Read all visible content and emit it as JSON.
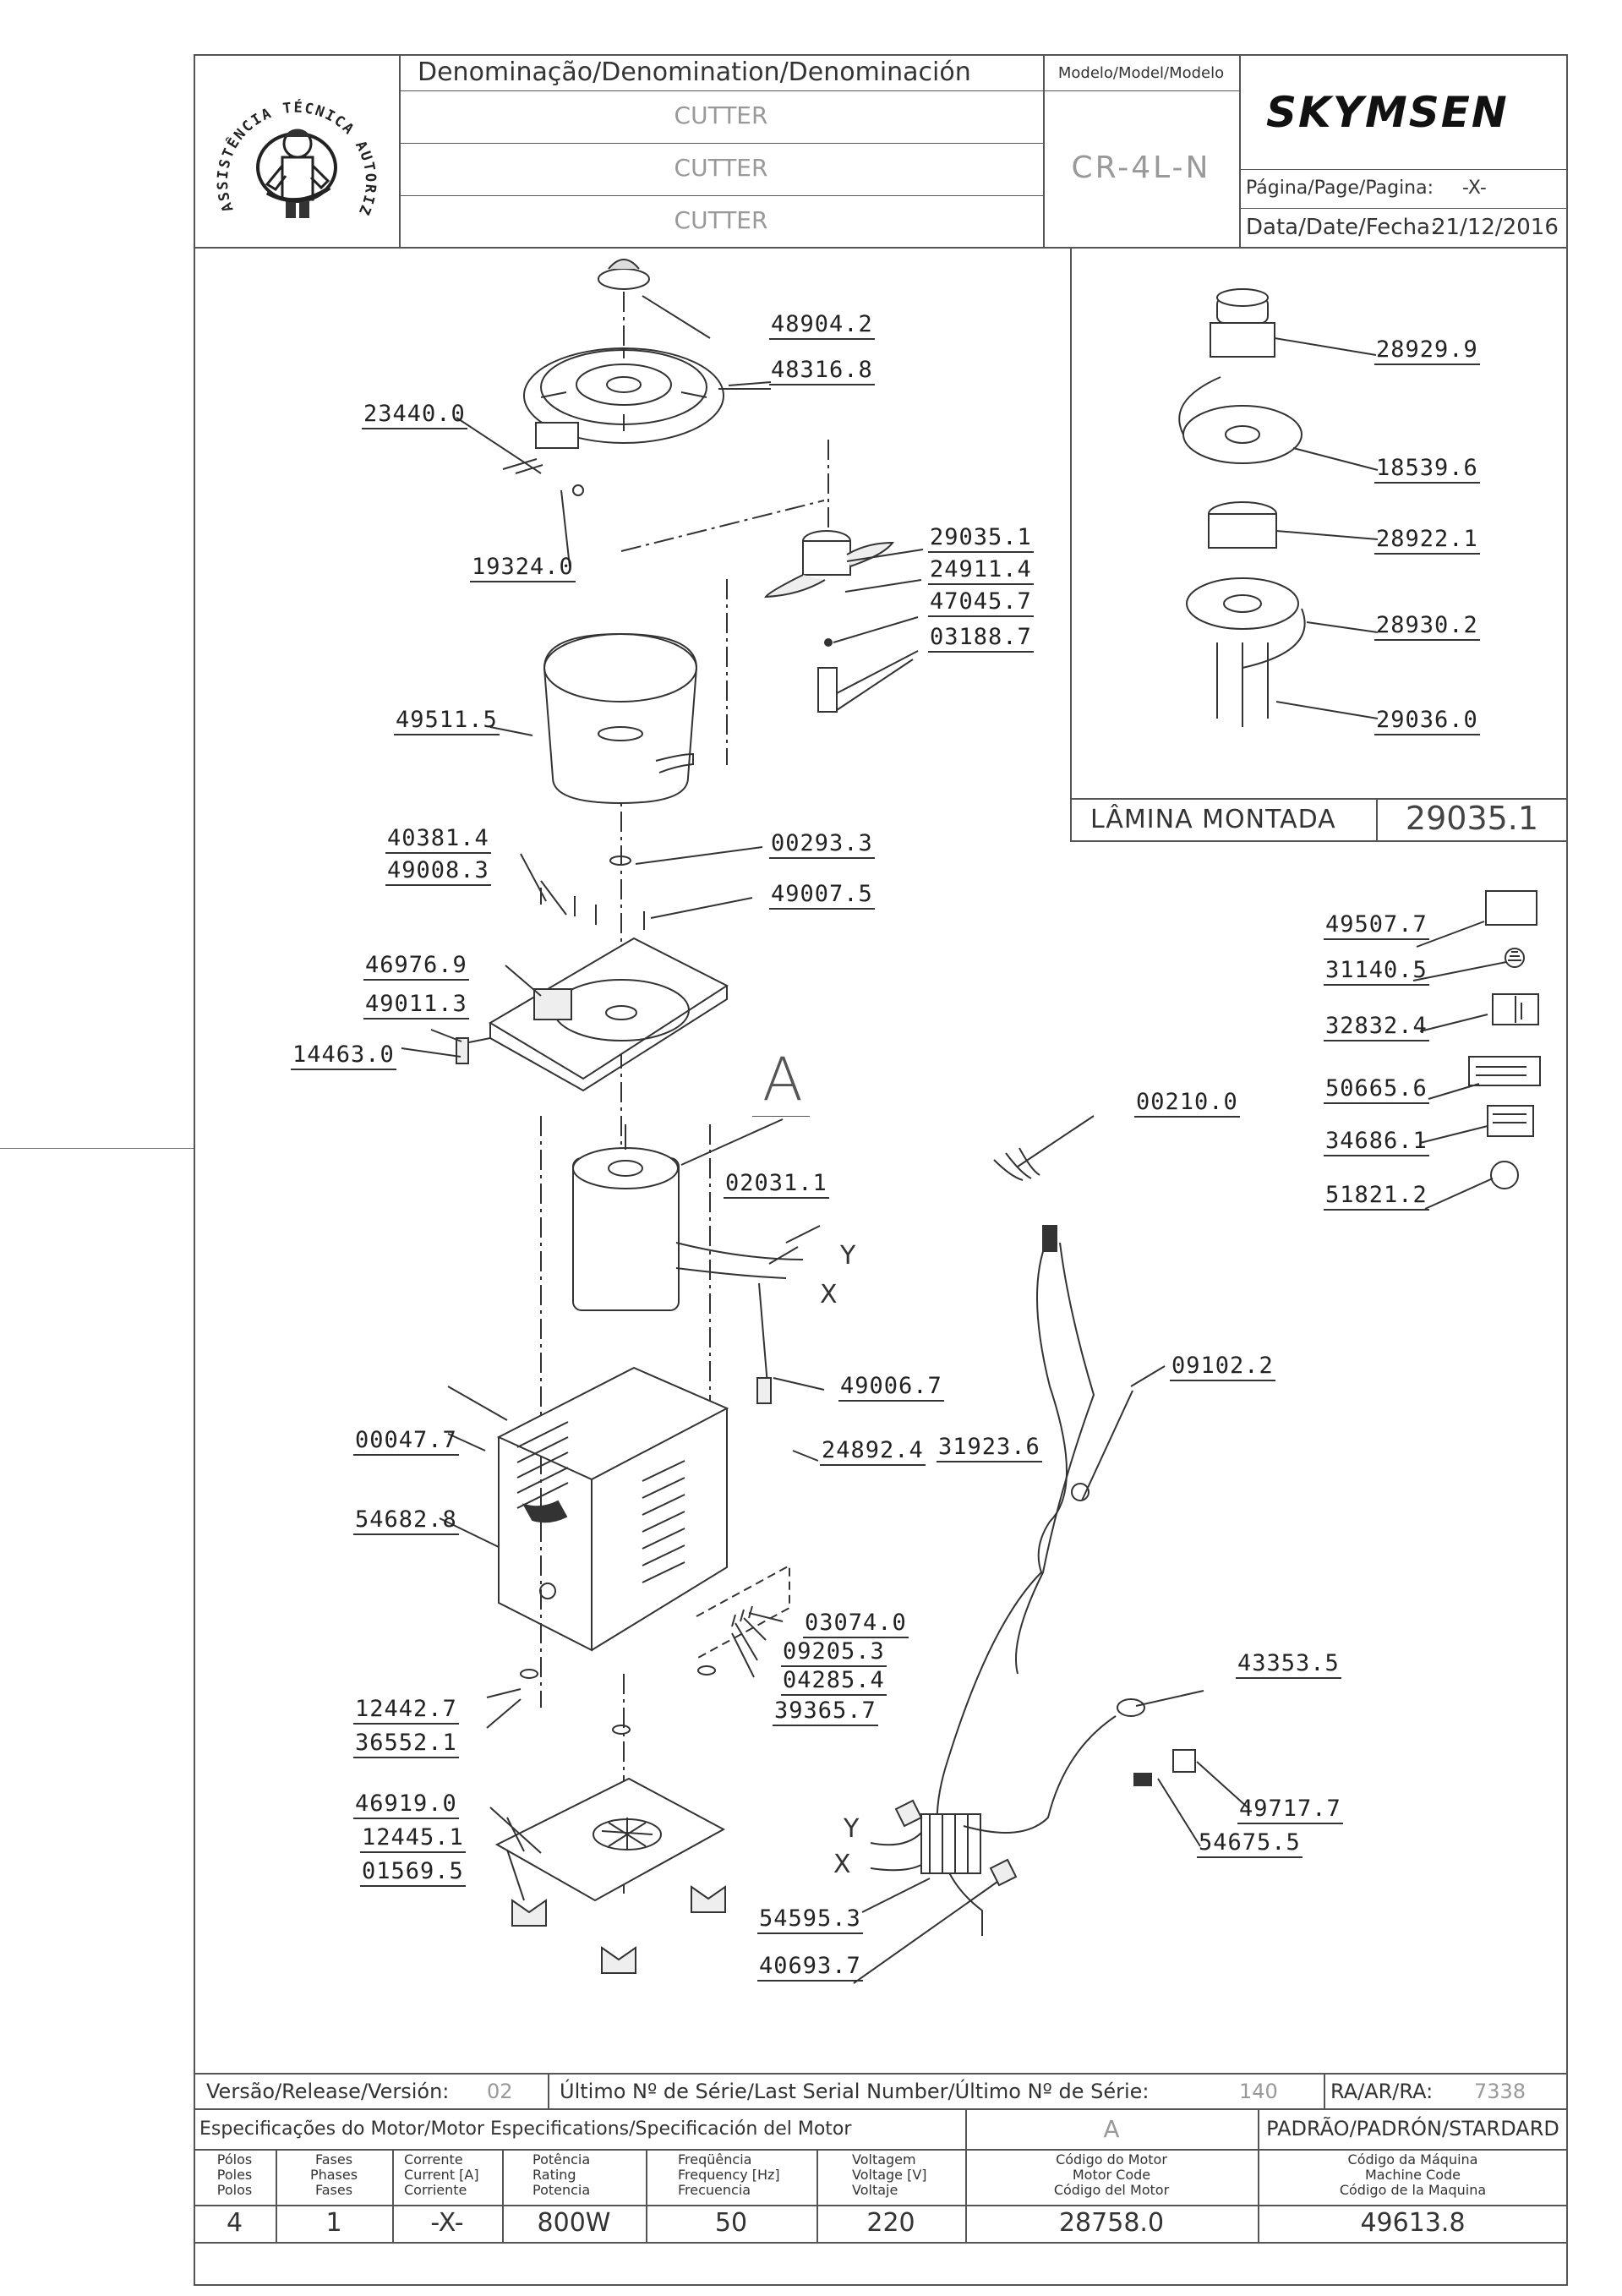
{
  "header": {
    "logo_text": "ASSISTÊNCIA TÉCNICA AUTORIZADA",
    "denomination_label": "Denominação/Denomination/Denominación",
    "denominations": [
      "CUTTER",
      "CUTTER",
      "CUTTER"
    ],
    "model_label": "Modelo/Model/Modelo",
    "model_value": "CR-4L-N",
    "brand": "SKYMSEN",
    "page_label": "Página/Page/Pagina:",
    "page_value": "-X-",
    "date_label": "Data/Date/Fecha:",
    "date_value": "21/12/2016"
  },
  "parts": {
    "p48904": "48904.2",
    "p48316": "48316.8",
    "p23440": "23440.0",
    "p19324": "19324.0",
    "p29035": "29035.1",
    "p24911": "24911.4",
    "p47045": "47045.7",
    "p03188": "03188.7",
    "p49511": "49511.5",
    "p40381": "40381.4",
    "p49008": "49008.3",
    "p00293": "00293.3",
    "p49007": "49007.5",
    "p46976": "46976.9",
    "p49011": "49011.3",
    "p14463": "14463.0",
    "letter_a": "A",
    "p02031": "02031.1",
    "label_y": "Y",
    "label_x": "X",
    "p49006": "49006.7",
    "p00047": "00047.7",
    "p24892": "24892.4",
    "p31923": "31923.6",
    "p54682": "54682.8",
    "p03074": "03074.0",
    "p09205": "09205.3",
    "p04285": "04285.4",
    "p39365": "39365.7",
    "p12442": "12442.7",
    "p36552": "36552.1",
    "p46919": "46919.0",
    "p12445": "12445.1",
    "p01569": "01569.5",
    "p54595": "54595.3",
    "p40693": "40693.7",
    "p00210": "00210.0",
    "p09102": "09102.2",
    "p43353": "43353.5",
    "p49717": "49717.7",
    "p54675": "54675.5",
    "p49507": "49507.7",
    "p31140": "31140.5",
    "p32832": "32832.4",
    "p50665": "50665.6",
    "p34686": "34686.1",
    "p51821": "51821.2"
  },
  "blade_panel": {
    "p28929": "28929.9",
    "p18539": "18539.6",
    "p28922": "28922.1",
    "p28930": "28930.2",
    "p29036": "29036.0",
    "assembled_label": "LÂMINA MONTADA",
    "assembled_code": "29035.1"
  },
  "footer": {
    "version_label": "Versão/Release/Versión:",
    "version_value": "02",
    "serial_label": "Último Nº de Série/Last Serial Number/Último Nº de Série:",
    "serial_value": "140",
    "ra_label": "RA/AR/RA:",
    "ra_value": "7338",
    "motor_spec_label": "Especificações do Motor/Motor Especifications/Specificación del Motor",
    "motor_letter": "A",
    "standard_label": "PADRÃO/PADRÓN/STARDARD",
    "col_poles": [
      "Pólos",
      "Poles",
      "Polos"
    ],
    "col_phases": [
      "Fases",
      "Phases",
      "Fases"
    ],
    "col_current": [
      "Corrente",
      "Current [A]",
      "Corriente"
    ],
    "col_rating": [
      "Potência",
      "Rating",
      "Potencia"
    ],
    "col_frequency": [
      "Freqüência",
      "Frequency [Hz]",
      "Frecuencia"
    ],
    "col_voltage": [
      "Voltagem",
      "Voltage [V]",
      "Voltaje"
    ],
    "col_motor_code": [
      "Código do Motor",
      "Motor Code",
      "Código del Motor"
    ],
    "col_machine_code": [
      "Código da Máquina",
      "Machine Code",
      "Código de la Maquina"
    ],
    "v_poles": "4",
    "v_phases": "1",
    "v_current": "-X-",
    "v_rating": "800W",
    "v_frequency": "50",
    "v_voltage": "220",
    "v_motor_code": "28758.0",
    "v_machine_code": "49613.8"
  }
}
